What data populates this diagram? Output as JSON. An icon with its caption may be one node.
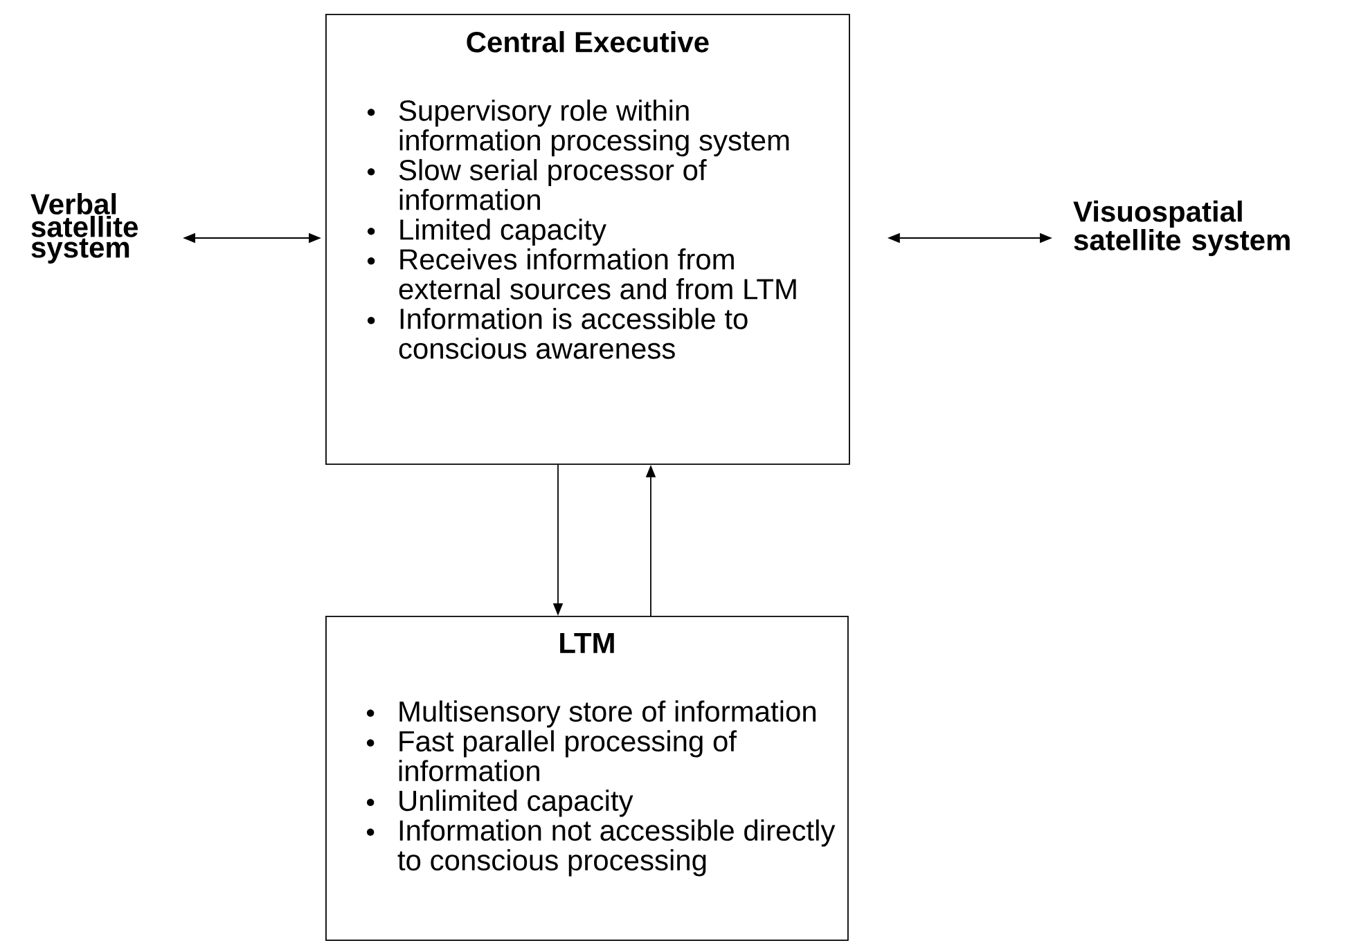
{
  "diagram": {
    "nodes": [
      {
        "text": [
          "Central Executive",
          "Supervisory role within information processing system",
          "Slow serial processor of information",
          "Limited capacity",
          "Receives information from external sources and from LTM",
          "Information is accessible to conscious awareness"
        ]
      },
      {
        "text": [
          "Verbal satellite system"
        ]
      },
      {
        "text": [
          "Visuospatial satellite system"
        ]
      },
      {
        "text": [
          "LTM",
          "Multisensory store of information",
          "Fast parallel processing of information",
          "Unlimited capacity",
          "Information not accessible directly to conscious processing"
        ]
      }
    ],
    "edges": [
      {
        "from": 1,
        "to": 0,
        "arrow": "both"
      },
      {
        "from": 0,
        "to": 2,
        "arrow": "both"
      },
      {
        "from": 0,
        "to": 3,
        "arrow": "to"
      },
      {
        "from": 3,
        "to": 0,
        "arrow": "to"
      }
    ]
  }
}
